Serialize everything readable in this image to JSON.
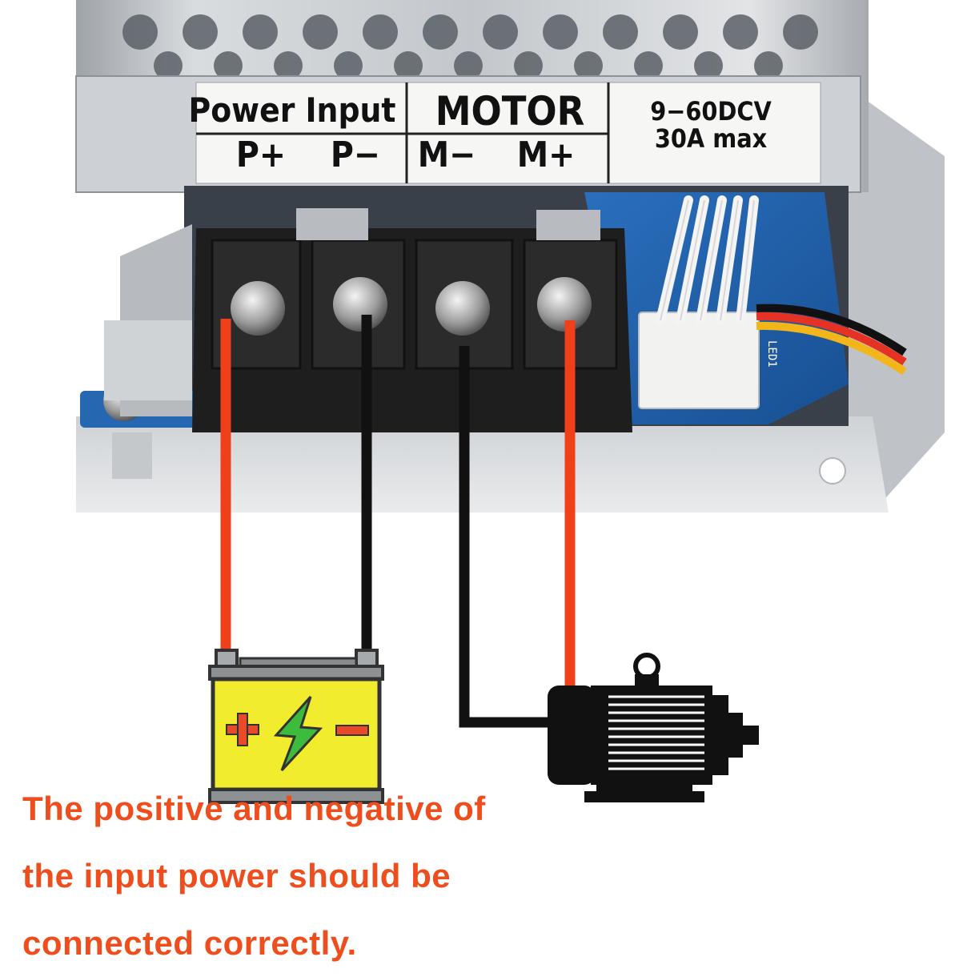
{
  "label": {
    "power_input_title": "Power Input",
    "motor_title": "MOTOR",
    "terminals": [
      "P+",
      "P−",
      "M−",
      "M+"
    ],
    "voltage": "9−60DCV",
    "current": "30A max"
  },
  "board": {
    "led_label": "LED1"
  },
  "caption": {
    "line1": "The positive and negative of",
    "line2": "the input power should be",
    "line3": "connected correctly."
  },
  "icons": [
    "battery-icon",
    "lightning-bolt-icon",
    "plus-icon",
    "minus-icon",
    "motor-icon"
  ],
  "colors": {
    "red_wire": "#f0401a",
    "black_wire": "#111111",
    "battery_body": "#f2ec2e",
    "lightning": "#3dbb3d",
    "caption_text": "#ee4d1d",
    "pcb_blue": "#1f5fa8",
    "housing": "#c9ccd0"
  }
}
